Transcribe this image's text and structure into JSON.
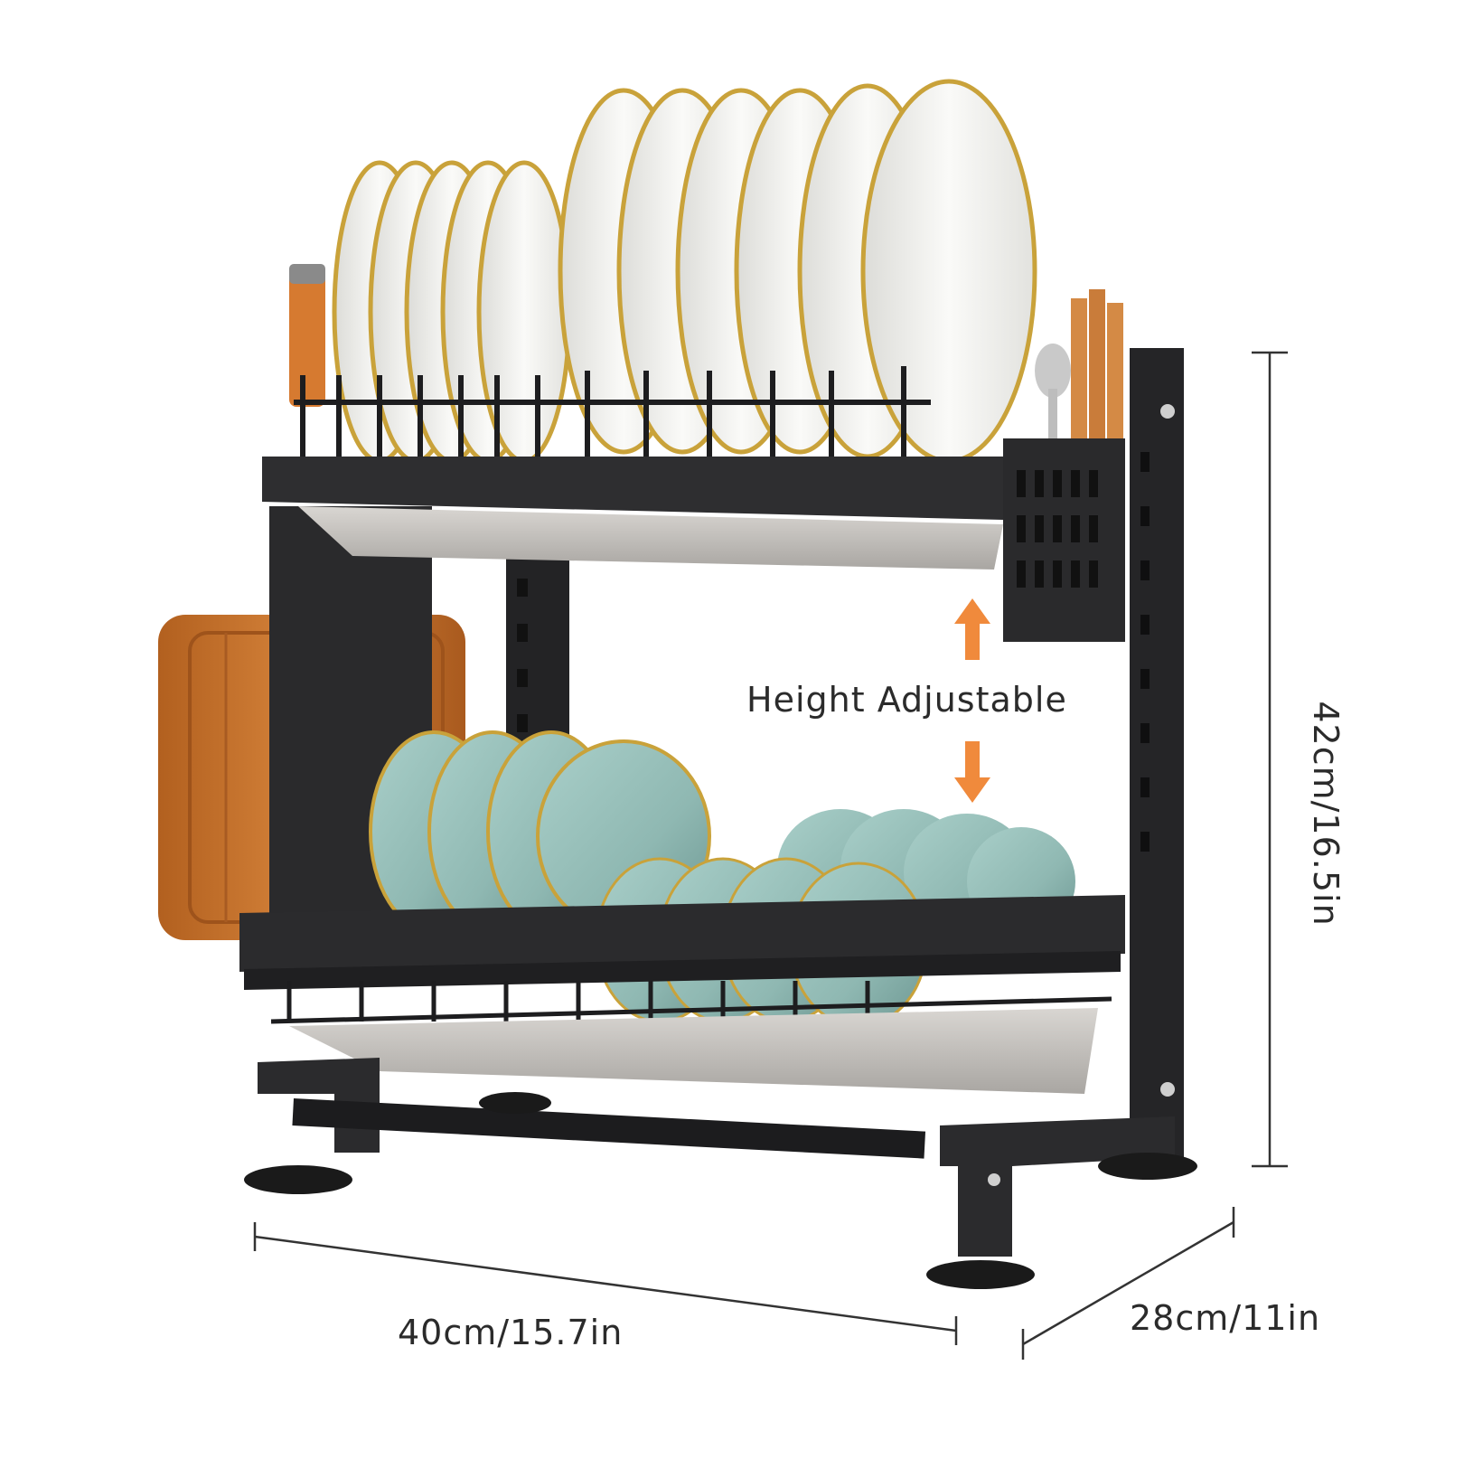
{
  "labels": {
    "height_adjustable": "Height Adjustable",
    "width": "40cm/15.7in",
    "depth": "28cm/11in",
    "height": "42cm/16.5in"
  },
  "colors": {
    "frame": "#2a2a2c",
    "frame_dark": "#1c1c1e",
    "plate": "#f2f2f0",
    "plate_rim": "#c9a23a",
    "bowl": "#8fb8b2",
    "bowl_dark": "#6e9893",
    "wood": "#c7732f",
    "tray": "#c9c6c2",
    "arrow": "#f08a3c",
    "dimension_line": "#333333"
  },
  "icons": {
    "arrow_up": "arrow-up-icon",
    "arrow_down": "arrow-down-icon"
  }
}
